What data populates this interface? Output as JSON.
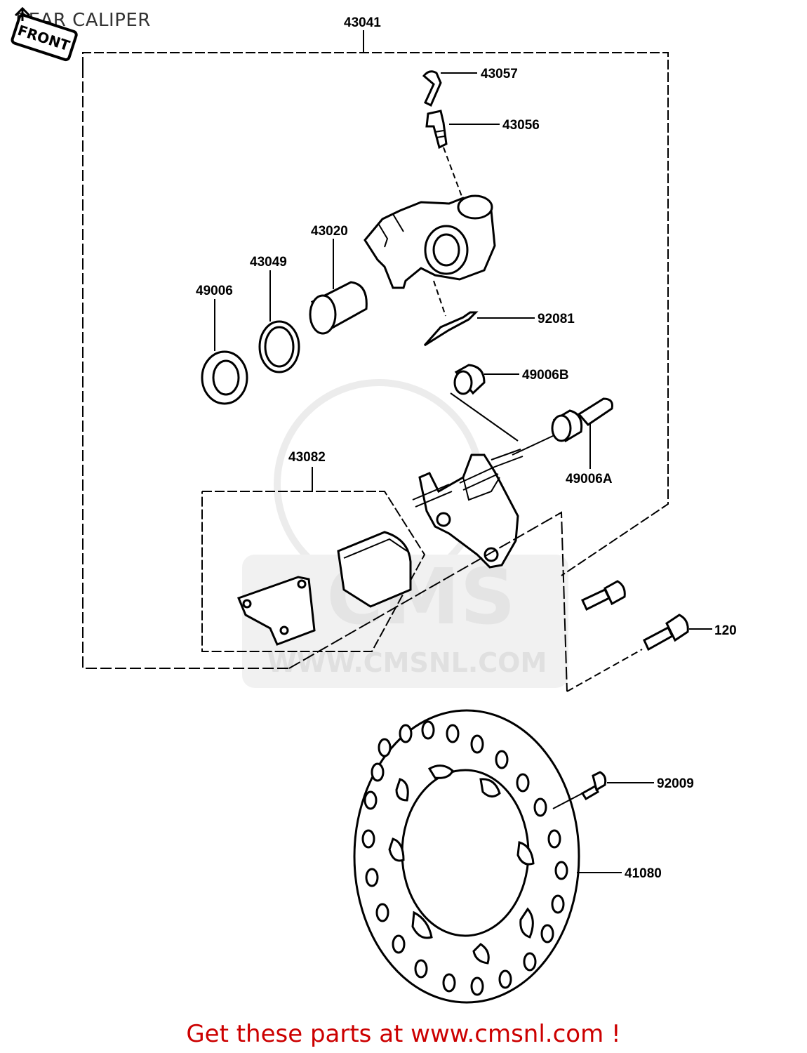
{
  "title": "REAR CALIPER",
  "front_badge": "FRONT",
  "watermark": {
    "brand": "CMS",
    "url": "WWW.CMSNL.COM"
  },
  "parts": {
    "caliper_assy": "43041",
    "bleeder_cap": "43057",
    "bleeder_valve": "43056",
    "piston": "43020",
    "piston_seal": "43049",
    "dust_seal": "49006",
    "clip": "92081",
    "boot_b": "49006B",
    "boot_a": "49006A",
    "pad_assy": "43082",
    "bolt": "120",
    "screw": "92009",
    "disc": "41080"
  },
  "footer": "Get these parts at www.cmsnl.com !",
  "colors": {
    "footer_text": "#cc0000",
    "line": "#000000",
    "watermark": "#e6e6e6"
  }
}
